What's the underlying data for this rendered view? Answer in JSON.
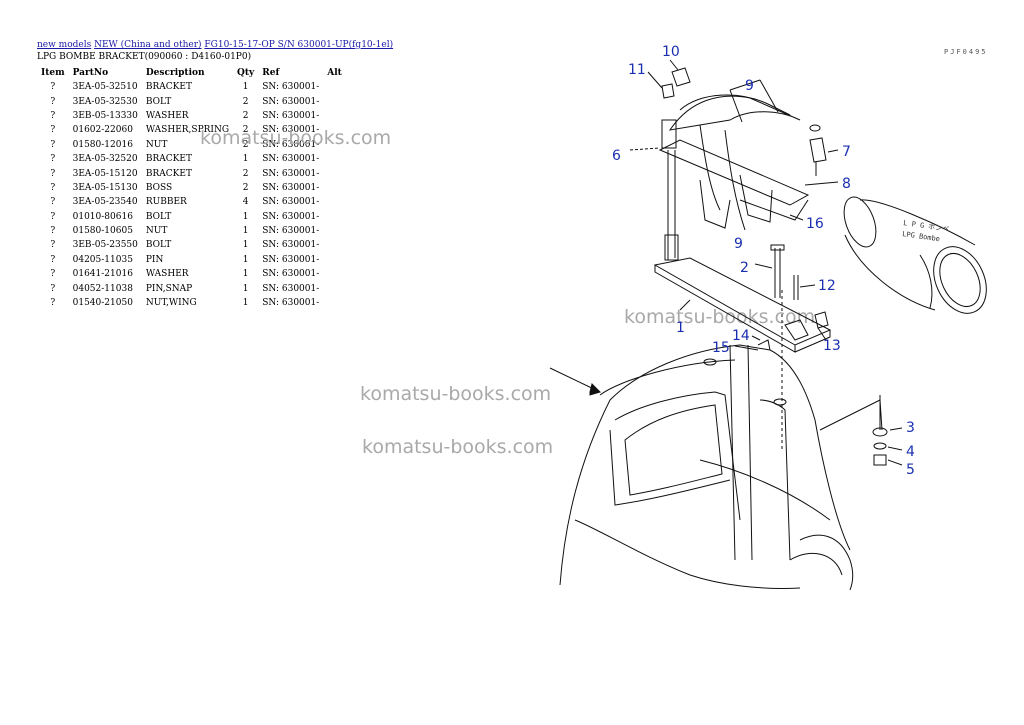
{
  "breadcrumb": {
    "link1": "new models",
    "link2": "NEW (China and other)",
    "link3": "FG10-15-17-OP S/N 630001-UP(fg10-1el)"
  },
  "subtitle": "LPG BOMBE BRACKET(090060 : D4160-01P0)",
  "table": {
    "headers": [
      "Item",
      "PartNo",
      "Description",
      "Qty",
      "Ref",
      "Alt"
    ],
    "rows": [
      [
        "?",
        "3EA-05-32510",
        "BRACKET",
        "1",
        "SN: 630001-",
        ""
      ],
      [
        "?",
        "3EA-05-32530",
        "BOLT",
        "2",
        "SN: 630001-",
        ""
      ],
      [
        "?",
        "3EB-05-13330",
        "WASHER",
        "2",
        "SN: 630001-",
        ""
      ],
      [
        "?",
        "01602-22060",
        "WASHER,SPRING",
        "2",
        "SN: 630001-",
        ""
      ],
      [
        "?",
        "01580-12016",
        "NUT",
        "2",
        "SN: 630001-",
        ""
      ],
      [
        "?",
        "3EA-05-32520",
        "BRACKET",
        "1",
        "SN: 630001-",
        ""
      ],
      [
        "?",
        "3EA-05-15120",
        "BRACKET",
        "2",
        "SN: 630001-",
        ""
      ],
      [
        "?",
        "3EA-05-15130",
        "BOSS",
        "2",
        "SN: 630001-",
        ""
      ],
      [
        "?",
        "3EA-05-23540",
        "RUBBER",
        "4",
        "SN: 630001-",
        ""
      ],
      [
        "?",
        "01010-80616",
        "BOLT",
        "1",
        "SN: 630001-",
        ""
      ],
      [
        "?",
        "01580-10605",
        "NUT",
        "1",
        "SN: 630001-",
        ""
      ],
      [
        "?",
        "3EB-05-23550",
        "BOLT",
        "1",
        "SN: 630001-",
        ""
      ],
      [
        "?",
        "04205-11035",
        "PIN",
        "1",
        "SN: 630001-",
        ""
      ],
      [
        "?",
        "01641-21016",
        "WASHER",
        "1",
        "SN: 630001-",
        ""
      ],
      [
        "?",
        "04052-11038",
        "PIN,SNAP",
        "1",
        "SN: 630001-",
        ""
      ],
      [
        "?",
        "01540-21050",
        "NUT,WING",
        "1",
        "SN: 630001-",
        ""
      ]
    ]
  },
  "watermark": "komatsu-books.com",
  "drawing_code": "PJF0495",
  "diagram": {
    "callouts": [
      "1",
      "2",
      "3",
      "4",
      "5",
      "6",
      "7",
      "8",
      "9",
      "9",
      "10",
      "11",
      "12",
      "13",
      "14",
      "15",
      "16"
    ],
    "bombe_label_jp": "L P G ボンベ",
    "bombe_label_en": "LPG Bombe"
  },
  "colors": {
    "link": "#1a1aa6",
    "callout": "#1a2fb0",
    "watermark": "#a9a9a9"
  }
}
